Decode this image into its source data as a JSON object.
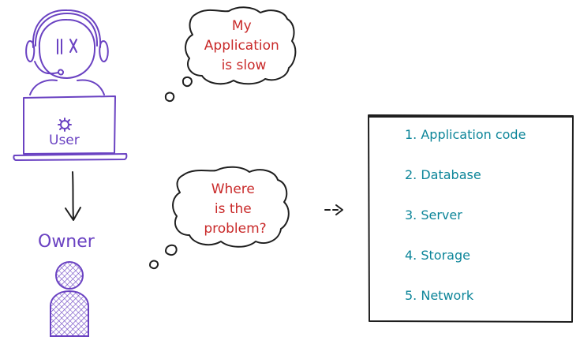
{
  "user": {
    "label": "User",
    "color": "#6a42c2"
  },
  "owner": {
    "label": "Owner",
    "color": "#6a42c2"
  },
  "bubbles": {
    "user_thought": [
      "My",
      "Application",
      "is slow"
    ],
    "owner_thought": [
      "Where",
      "is the",
      "problem?"
    ],
    "text_color": "#c92a2a"
  },
  "connector_arrow": "-->",
  "checklist": {
    "items": [
      "1. Application code",
      "2. Database",
      "3. Server",
      "4. Storage",
      "5. Network"
    ],
    "text_color": "#0c8599"
  }
}
